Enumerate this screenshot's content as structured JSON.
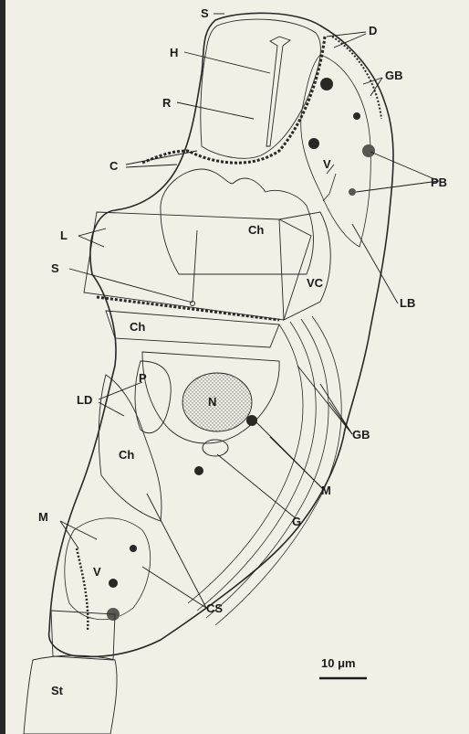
{
  "colors": {
    "paper": "#f2efe6",
    "ink": "#1d1b19",
    "stipple": "#8a8580",
    "dark_granule": "#2a2725",
    "background": "#2a2826"
  },
  "labels": {
    "s_top": "S",
    "h": "H",
    "r": "R",
    "c": "C",
    "d": "D",
    "gb_top": "GB",
    "v_top": "V",
    "pb": "PB",
    "ch_top": "Ch",
    "l": "L",
    "s_mid": "S",
    "vc": "VC",
    "lb": "LB",
    "ch_mid": "Ch",
    "p": "P",
    "n": "N",
    "ld": "LD",
    "gb_mid": "GB",
    "ch_low": "Ch",
    "m_mid": "M",
    "g": "G",
    "m_low": "M",
    "v_low": "V",
    "cs": "CS",
    "st": "St"
  },
  "scale_bar": {
    "label": "10 μm"
  }
}
